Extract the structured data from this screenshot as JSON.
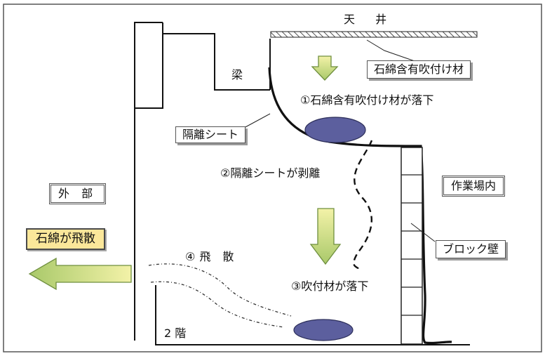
{
  "labels": {
    "ceiling": "天 井",
    "beam": "梁",
    "spray_material": "石綿含有吹付け材",
    "step1": "①石綿含有吹付け材が落下",
    "sheet": "隔離シート",
    "step2": "②隔離シートが剥離",
    "outside": "外 部",
    "work_area": "作業場内",
    "block_wall": "ブロック壁",
    "asbestos_scatter": "石綿が飛散",
    "step4": "④飛 散",
    "step3": "③吹付材が落下",
    "floor2": "2 階"
  },
  "colors": {
    "line": "#111111",
    "arrow_fill_top": "#f3f2a8",
    "arrow_fill_bottom": "#a9c96a",
    "arrow_stroke": "#6f8f3f",
    "blob": "#5c5f9e",
    "callout_yellow": "#fbe79a"
  }
}
